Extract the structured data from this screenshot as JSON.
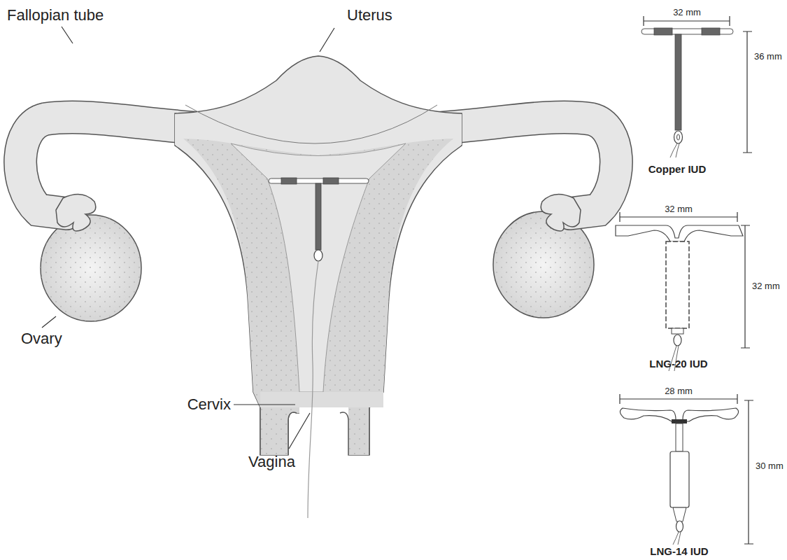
{
  "diagram": {
    "labels": [
      "Fallopian tube",
      "Uterus",
      "Ovary",
      "Cervix",
      "Vagina",
      "32 mm",
      "36 mm",
      "Copper IUD",
      "32 mm",
      "32 mm",
      "LNG-20 IUD",
      "28 mm",
      "30 mm",
      "LNG-14 IUD"
    ]
  }
}
